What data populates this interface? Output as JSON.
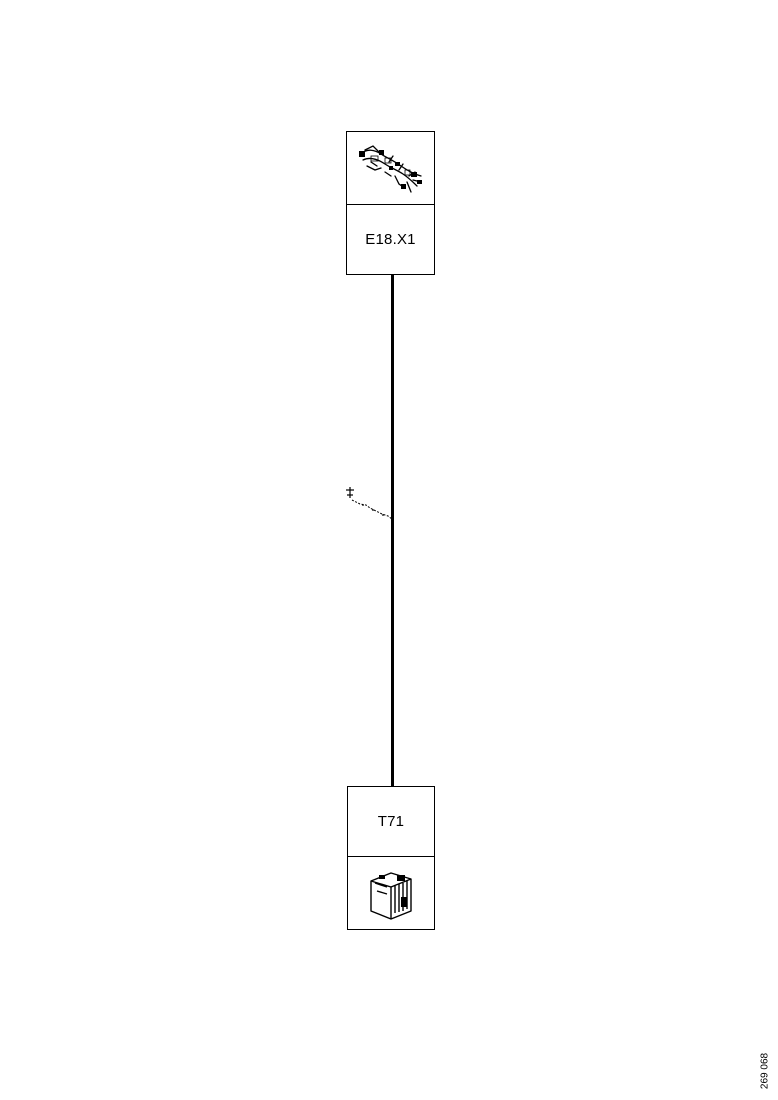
{
  "diagram": {
    "top_component": {
      "label": "E18.X1",
      "icon": "wiring-harness-connector-icon"
    },
    "bottom_component": {
      "label": "T71",
      "icon": "control-unit-icon"
    },
    "wire": {
      "color": "#000000"
    },
    "reference_code": "269 068"
  }
}
